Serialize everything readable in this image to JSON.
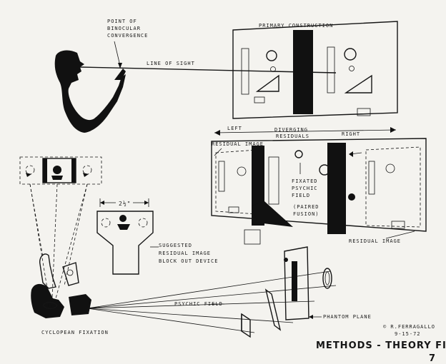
{
  "labels": {
    "binocular_convergence": [
      "POINT OF",
      "BINOCULAR",
      "CONVERGENCE"
    ],
    "line_of_sight": "LINE OF SIGHT",
    "primary_construction": "PRIMARY CONSTRUCTION",
    "left": "LEFT",
    "diverging_residuals": [
      "DIVERGING",
      "RESIDUALS"
    ],
    "right": "RIGHT",
    "residual_image_top": "RESIDUAL IMAGE",
    "fixated_psychic_field": [
      "FIXATED",
      "PSYCHIC",
      "FIELD"
    ],
    "paired_fusion": [
      "(PAIRED",
      "FUSION)"
    ],
    "residual_image_bottom": "RESIDUAL IMAGE",
    "measurement": "2½\"",
    "suggested_device": [
      "SUGGESTED",
      "RESIDUAL IMAGE",
      "BLOCK OUT DEVICE"
    ],
    "psychic_field": "PSYCHIC FIELD",
    "phantom_plane": "PHANTOM PLANE",
    "cyclopean_fixation": "CYCLOPEAN FIXATION",
    "signature": [
      "© R.FERRAGALLO",
      "9-15-72"
    ],
    "figure_title": "METHODS - THEORY FIG.",
    "figure_number": "7"
  }
}
